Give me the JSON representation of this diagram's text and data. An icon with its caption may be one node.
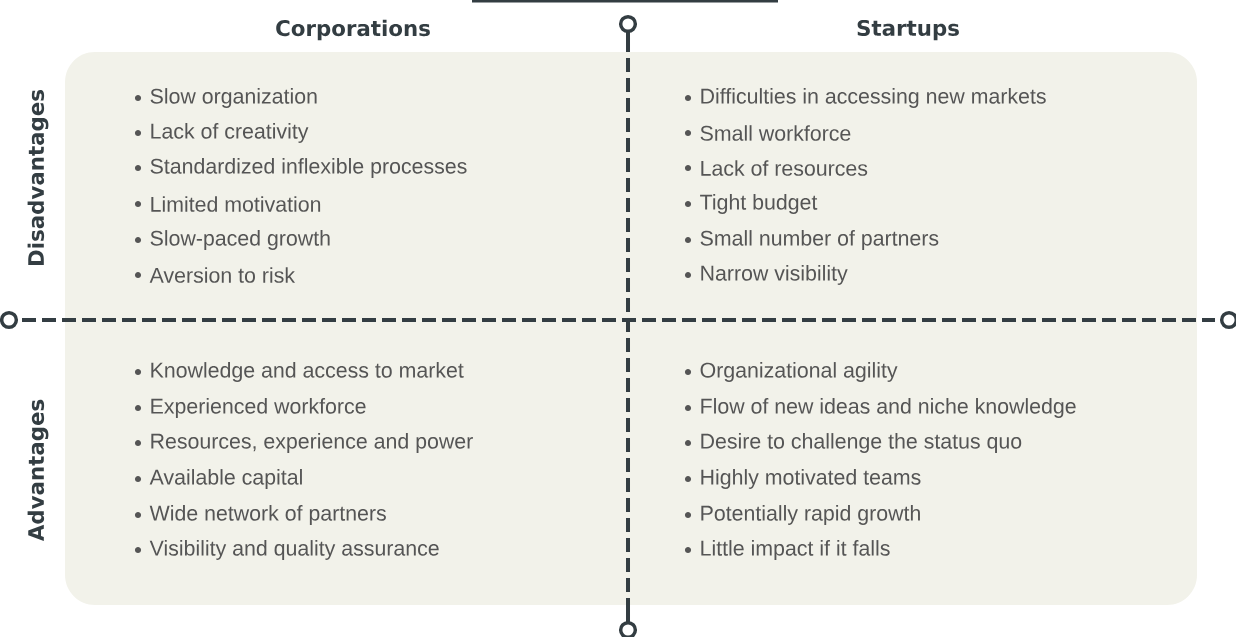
{
  "diagram": {
    "labels": [
      "Corporations",
      "Startups",
      "Disadvantages",
      "Slow organization",
      "Lack of creativity",
      "Standardized inflexible processes",
      "Limited motivation",
      "Slow-paced growth",
      "Aversion to risk",
      "Difficulties in accessing new markets",
      "Small workforce",
      "Lack of resources",
      "Tight budget",
      "Small number of partners",
      "Narrow visibility",
      "Advantages",
      "Knowledge and access to market",
      "Experienced workforce",
      "Resources, experience and power",
      "Available capital",
      "Wide network of partners",
      "Visibility and quality assurance",
      "Organizational agility",
      "Flow of new ideas and niche knowledge",
      "Desire to challenge the status quo",
      "Highly motivated teams",
      "Potentially rapid growth",
      "Little impact if it falls"
    ]
  }
}
